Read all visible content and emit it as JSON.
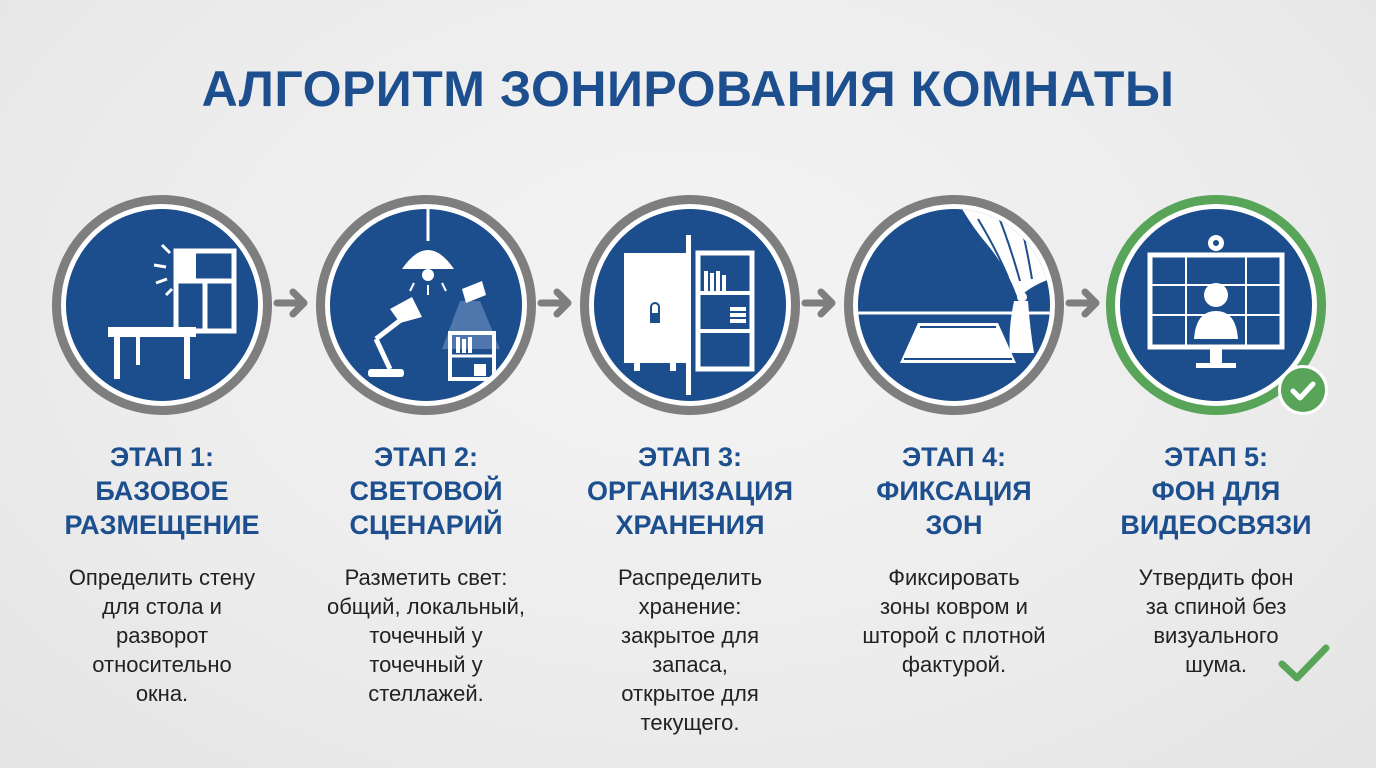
{
  "title": "АЛГОРИТМ ЗОНИРОВАНИЯ КОМНАТЫ",
  "colors": {
    "primary": "#1c4d8c",
    "ring": "#7e7e7e",
    "done": "#58a55a",
    "text": "#222222"
  },
  "steps": [
    {
      "icon": "desk-window-icon",
      "heading": [
        "ЭТАП 1:",
        "БАЗОВОЕ",
        "РАЗМЕЩЕНИЕ"
      ],
      "desc": [
        "Определить стену",
        "для стола и",
        "разворот",
        "относительно",
        "окна."
      ]
    },
    {
      "icon": "lamp-lighting-icon",
      "heading": [
        "ЭТАП 2:",
        "СВЕТОВОЙ",
        "СЦЕНАРИЙ"
      ],
      "desc": [
        "Разметить свет:",
        "общий, локальный,",
        "точечный у",
        "точечный у",
        "стеллажей."
      ]
    },
    {
      "icon": "storage-cabinet-icon",
      "heading": [
        "ЭТАП 3:",
        "ОРГАНИЗАЦИЯ",
        "ХРАНЕНИЯ"
      ],
      "desc": [
        "Распределить",
        "хранение:",
        "закрытое для",
        "запаса,",
        "открытое для",
        "текущего."
      ]
    },
    {
      "icon": "rug-curtain-icon",
      "heading": [
        "ЭТАП 4:",
        "ФИКСАЦИЯ",
        "ЗОН"
      ],
      "desc": [
        "Фиксировать",
        "зоны ковром и",
        "шторой с плотной",
        "фактурой."
      ]
    },
    {
      "icon": "video-call-monitor-icon",
      "heading": [
        "ЭТАП 5:",
        "ФОН ДЛЯ",
        "ВИДЕОСВЯЗИ"
      ],
      "desc": [
        "Утвердить фон",
        "за спиной без",
        "визуального",
        "шума."
      ]
    }
  ]
}
